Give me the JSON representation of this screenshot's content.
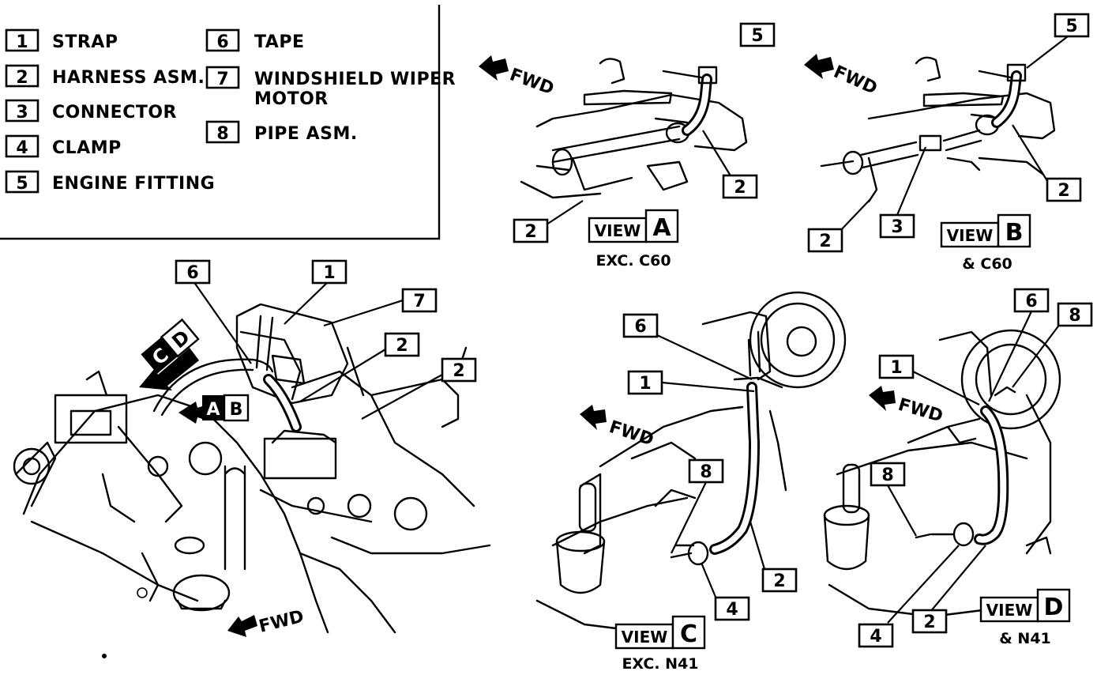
{
  "legend": [
    {
      "num": "1",
      "text": "STRAP"
    },
    {
      "num": "2",
      "text": "HARNESS ASM."
    },
    {
      "num": "3",
      "text": "CONNECTOR"
    },
    {
      "num": "4",
      "text": "CLAMP"
    },
    {
      "num": "5",
      "text": "ENGINE FITTING"
    },
    {
      "num": "6",
      "text": "TAPE"
    },
    {
      "num": "7",
      "text": "WINDSHIELD WIPER",
      "text2": "MOTOR"
    },
    {
      "num": "8",
      "text": "PIPE ASM."
    }
  ],
  "fwd": "FWD",
  "view_word": "VIEW",
  "views": {
    "a": {
      "letter": "A",
      "caption": "EXC. C60"
    },
    "b": {
      "letter": "B",
      "caption": "& C60"
    },
    "c": {
      "letter": "C",
      "caption": "EXC. N41"
    },
    "d": {
      "letter": "D",
      "caption": "& N41"
    }
  },
  "main_arrows": {
    "cd": [
      "C",
      "D"
    ],
    "ab": [
      "A",
      "B"
    ]
  },
  "callouts": {
    "main": [
      "6",
      "1",
      "7",
      "2",
      "2"
    ],
    "view_a": [
      "5",
      "2",
      "2"
    ],
    "view_b": [
      "5",
      "2",
      "3",
      "2"
    ],
    "view_c": [
      "6",
      "1",
      "8",
      "2",
      "4"
    ],
    "view_d": [
      "6",
      "8",
      "1",
      "8",
      "4",
      "2"
    ]
  }
}
